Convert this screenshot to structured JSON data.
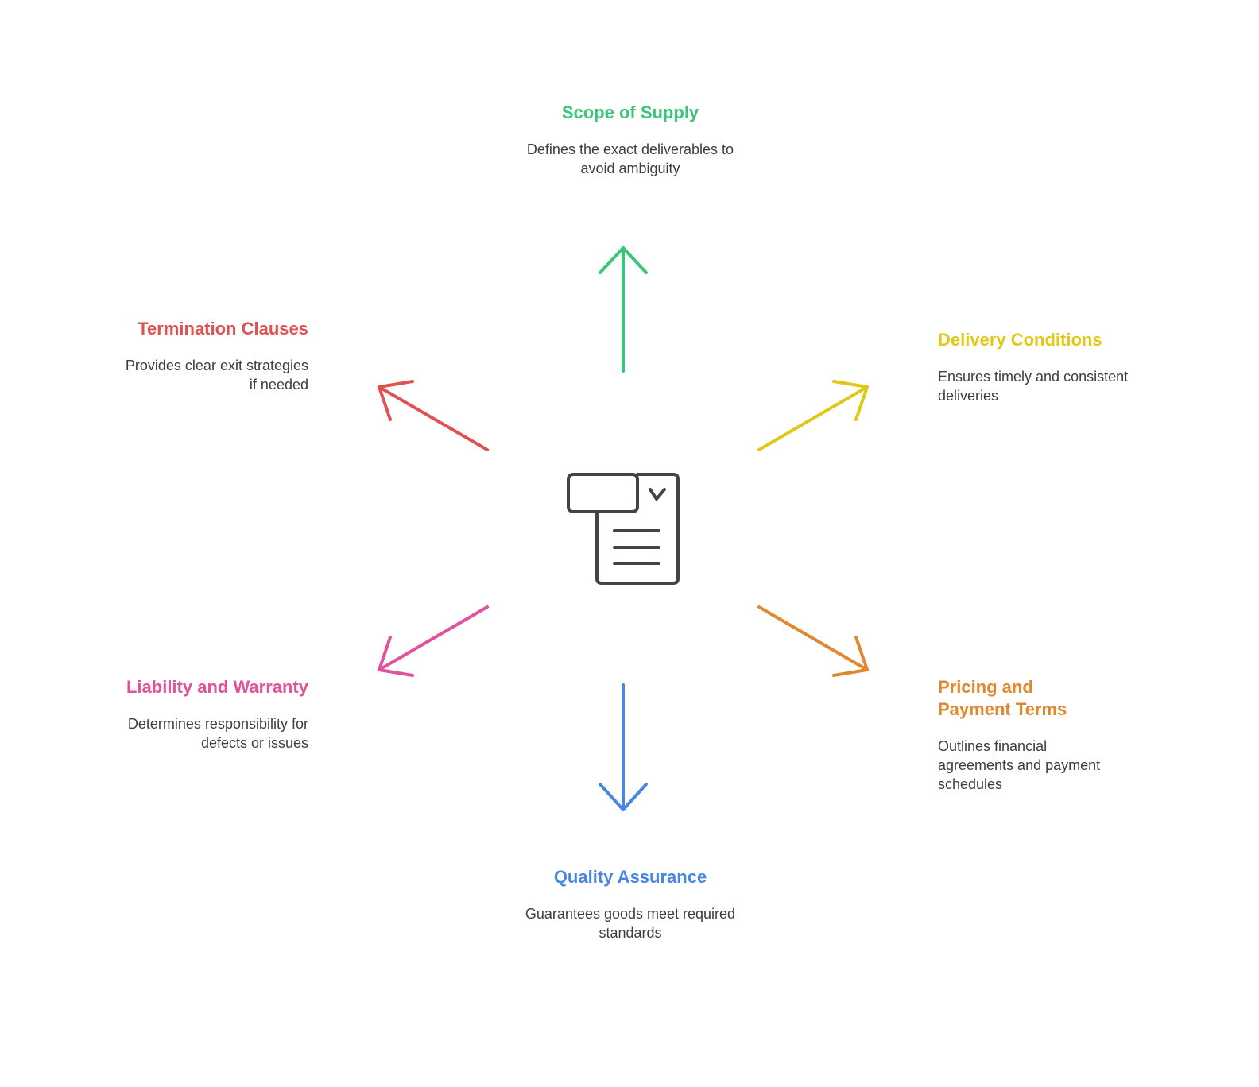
{
  "center_icon": "contract-document-icon",
  "branches": {
    "scope": {
      "title": "Scope of Supply",
      "desc": "Defines the exact deliverables to avoid ambiguity",
      "color": "#3cc47a"
    },
    "delivery": {
      "title": "Delivery Conditions",
      "desc": "Ensures timely and consistent deliveries",
      "color": "#e0c818"
    },
    "pricing": {
      "title": "Pricing and Payment Terms",
      "desc": "Outlines financial agreements and payment schedules",
      "color": "#e08830"
    },
    "quality": {
      "title": "Quality Assurance",
      "desc": "Guarantees goods meet required standards",
      "color": "#4a86e0"
    },
    "liability": {
      "title": "Liability and Warranty",
      "desc": "Determines responsibility for defects or issues",
      "color": "#e0529c"
    },
    "termination": {
      "title": "Termination Clauses",
      "desc": "Provides clear exit strategies if needed",
      "color": "#e05252"
    }
  }
}
